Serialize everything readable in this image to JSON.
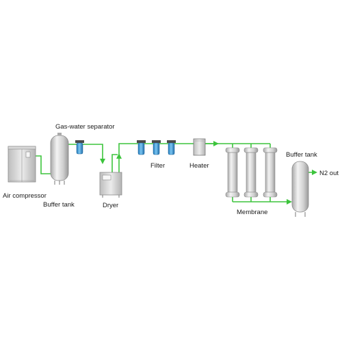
{
  "labels": {
    "air_compressor": "Air compressor",
    "gas_water_separator": "Gas-water separator",
    "buffer_tank_1": "Buffer tank",
    "dryer": "Dryer",
    "filter": "Filter",
    "heater": "Heater",
    "membrane": "Membrane",
    "buffer_tank_2": "Buffer tank",
    "n2_out": "N2 out"
  },
  "colors": {
    "pipe": "#3cc43c",
    "filter_blue": "#3a9ad9",
    "equipment_gray": "#c9c9c9"
  }
}
